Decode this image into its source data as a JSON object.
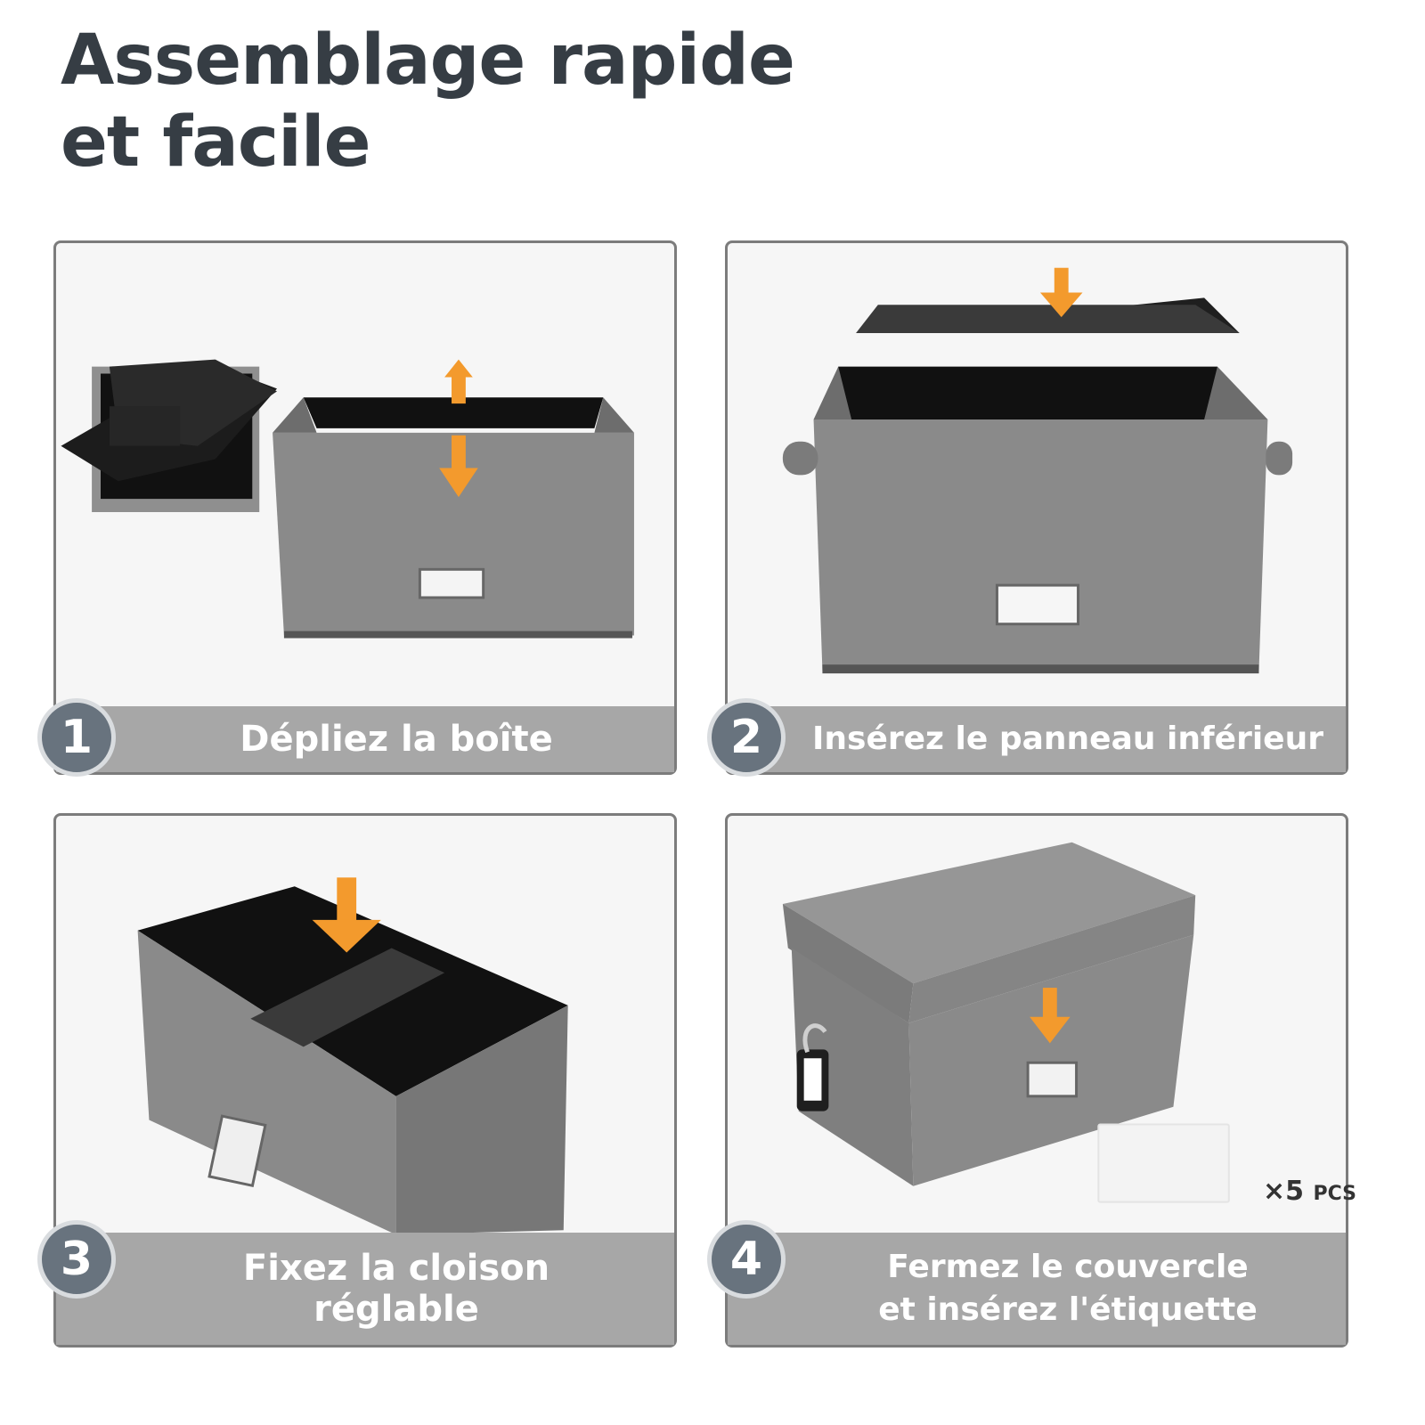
{
  "title": {
    "line1": "Assemblage rapide",
    "line2": "et facile"
  },
  "steps": [
    {
      "number": "1",
      "caption": "Dépliez la boîte"
    },
    {
      "number": "2",
      "caption": "Insérez le panneau inférieur"
    },
    {
      "number": "3",
      "caption_line1": "Fixez la cloison",
      "caption_line2": "réglable"
    },
    {
      "number": "4",
      "caption_line1": "Fermez le couvercle",
      "caption_line2": "et insérez l'étiquette"
    }
  ],
  "labels_quantity": {
    "count": "×5",
    "unit": "PCS"
  },
  "colors": {
    "title": "#363d44",
    "arrow": "#f39a2d",
    "badge": "#68737e",
    "caption_bar": "#a7a7a7",
    "fabric": "#8a8a8a"
  }
}
